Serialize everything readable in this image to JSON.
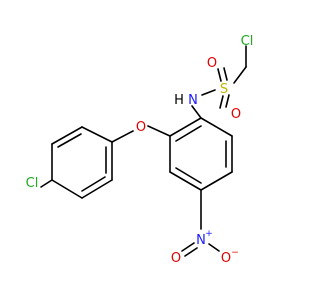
{
  "molecule": {
    "atom_labels": {
      "cl_methyl": "Cl",
      "s": "S",
      "o_sulfonyl_1": "O",
      "o_sulfonyl_2": "O",
      "nh": "H",
      "n_amide": "N",
      "o_ether": "O",
      "cl_aryl": "Cl",
      "n_nitro": "N",
      "o_nitro_1": "O",
      "o_nitro_2": "O"
    },
    "charges": {
      "n_nitro": "+",
      "o_nitro_2": "−"
    }
  },
  "colors": {
    "bond": "#000000",
    "chlorine": "#1faa1f",
    "sulfur": "#c8b400",
    "oxygen": "#e00000",
    "nitrogen": "#1a1aff",
    "hydrogen": "#000000"
  }
}
